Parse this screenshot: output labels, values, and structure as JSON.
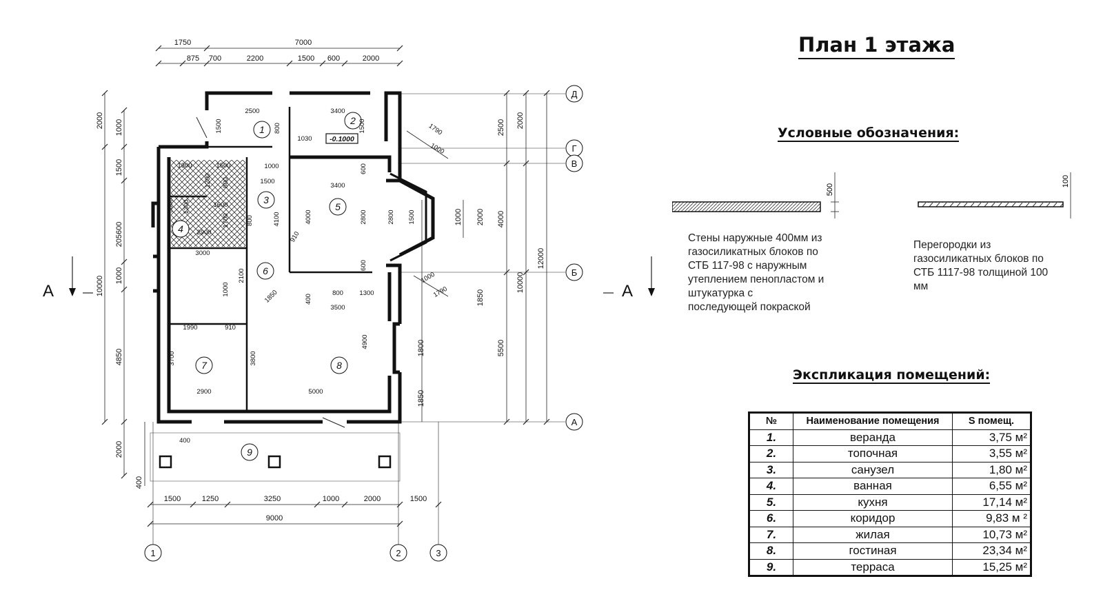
{
  "title": "План 1 этажа",
  "legend": {
    "heading": "Условные обозначения:",
    "walls": {
      "dim": "500",
      "text": [
        "Стены наружные 400мм из",
        "газосиликатных блоков по",
        "СТБ 117-98 с наружным",
        "утеплением пенопластом и",
        "штукатурка с",
        "последующей покраской"
      ]
    },
    "partitions": {
      "dim": "100",
      "text": [
        "Перегородки из",
        "газосиликатных блоков по",
        "СТБ 1117-98 толщиной 100",
        "мм"
      ]
    }
  },
  "explication": {
    "heading": "Экспликация помещений:",
    "columns": [
      "№",
      "Наименование помещения",
      "S помещ."
    ],
    "rows": [
      {
        "n": "1.",
        "name": "веранда",
        "area": "3,75 м²"
      },
      {
        "n": "2.",
        "name": "топочная",
        "area": "3,55 м²"
      },
      {
        "n": "3.",
        "name": "санузел",
        "area": "1,80 м²"
      },
      {
        "n": "4.",
        "name": "ванная",
        "area": "6,55 м²"
      },
      {
        "n": "5.",
        "name": "кухня",
        "area": "17,14 м²"
      },
      {
        "n": "6.",
        "name": "коридор",
        "area": "9,83 м ²"
      },
      {
        "n": "7.",
        "name": "жилая",
        "area": "10,73 м²"
      },
      {
        "n": "8.",
        "name": "гостиная",
        "area": "23,34 м²"
      },
      {
        "n": "9.",
        "name": "терраса",
        "area": "15,25 м²"
      }
    ]
  },
  "plan": {
    "section_mark": "А",
    "level": "-0.1000",
    "axes_letters": [
      "Д",
      "Г",
      "В",
      "Б",
      "А"
    ],
    "axes_numbers": [
      "1",
      "2",
      "3"
    ],
    "room_numbers": [
      "1",
      "2",
      "3",
      "4",
      "5",
      "6",
      "7",
      "8",
      "9"
    ],
    "dims_top_outer": [
      "1750",
      "7000"
    ],
    "dims_top_inner": [
      "875",
      "700",
      "2200",
      "1500",
      "600",
      "2000"
    ],
    "dims_bottom": [
      "1500",
      "1250",
      "3250",
      "1000",
      "2000",
      "1500"
    ],
    "dim_total_bottom": "9000",
    "dims_left_outer": [
      "2000",
      "10000",
      "2000"
    ],
    "dims_left_inner": [
      "1000",
      "1500",
      "205600",
      "1000",
      "4850",
      "400"
    ],
    "dims_right_1": [
      "2500",
      "5500"
    ],
    "dims_right_2": [
      "2000",
      "4000",
      "10000"
    ],
    "dims_right_3": [
      "12000"
    ],
    "dims_right_mid": [
      "1000",
      "2000",
      "1850",
      "1800",
      "1850"
    ],
    "dims_interior": [
      "2500",
      "3400",
      "1500",
      "1500",
      "1030",
      "800",
      "1300",
      "1500",
      "1000",
      "1200",
      "800",
      "1500",
      "3000",
      "1300",
      "1600",
      "1700",
      "800",
      "2900",
      "3000",
      "4100",
      "3400",
      "4000",
      "2800",
      "2800",
      "1500",
      "600",
      "600",
      "910",
      "2100",
      "1000",
      "1850",
      "400",
      "800",
      "1300",
      "3500",
      "1990",
      "910",
      "3700",
      "3800",
      "4900",
      "2900",
      "5000",
      "400",
      "1790",
      "1000",
      "1000",
      "1790"
    ]
  }
}
